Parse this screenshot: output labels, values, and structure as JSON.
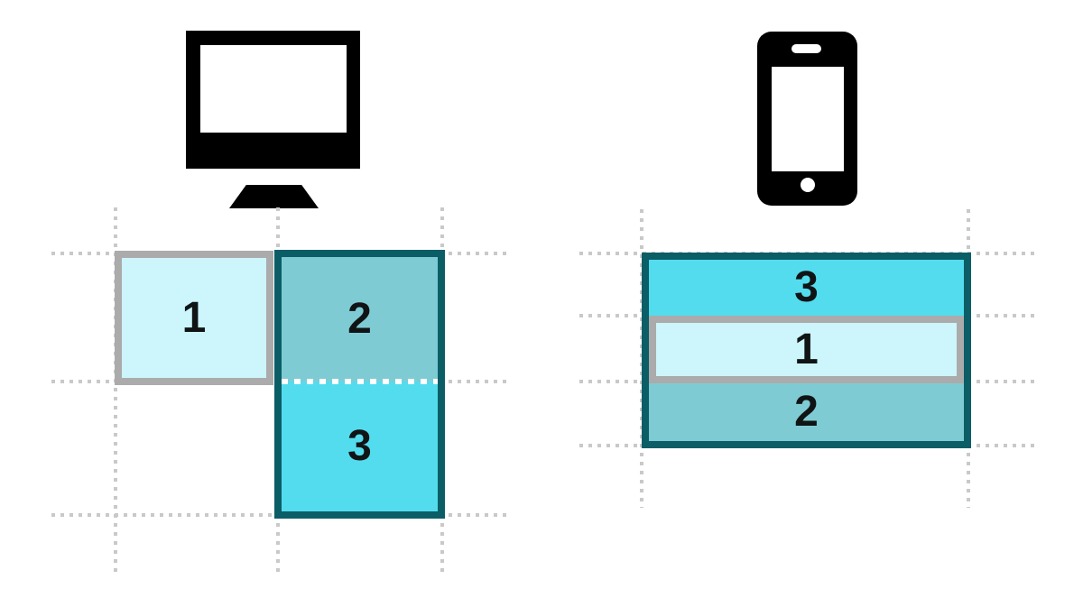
{
  "diagram": {
    "description": "Grid layout source-order comparison between desktop and phone viewports",
    "desktop": {
      "device": "desktop-monitor",
      "cells": [
        {
          "label": "1",
          "variant": "light"
        },
        {
          "label": "2",
          "variant": "medium"
        },
        {
          "label": "3",
          "variant": "bright"
        }
      ]
    },
    "phone": {
      "device": "smartphone",
      "cells": [
        {
          "label": "3",
          "variant": "bright"
        },
        {
          "label": "1",
          "variant": "light"
        },
        {
          "label": "2",
          "variant": "medium"
        }
      ]
    },
    "colors": {
      "background": "#ffffff",
      "cell_light": "#ccf5fc",
      "cell_medium": "#7ecbd4",
      "cell_bright": "#53dcee",
      "container_border": "#0b5d66",
      "light_cell_border": "#ababab",
      "grid_line": "#c9c9c9",
      "icon": "#000000",
      "label_text": "#101415"
    }
  }
}
